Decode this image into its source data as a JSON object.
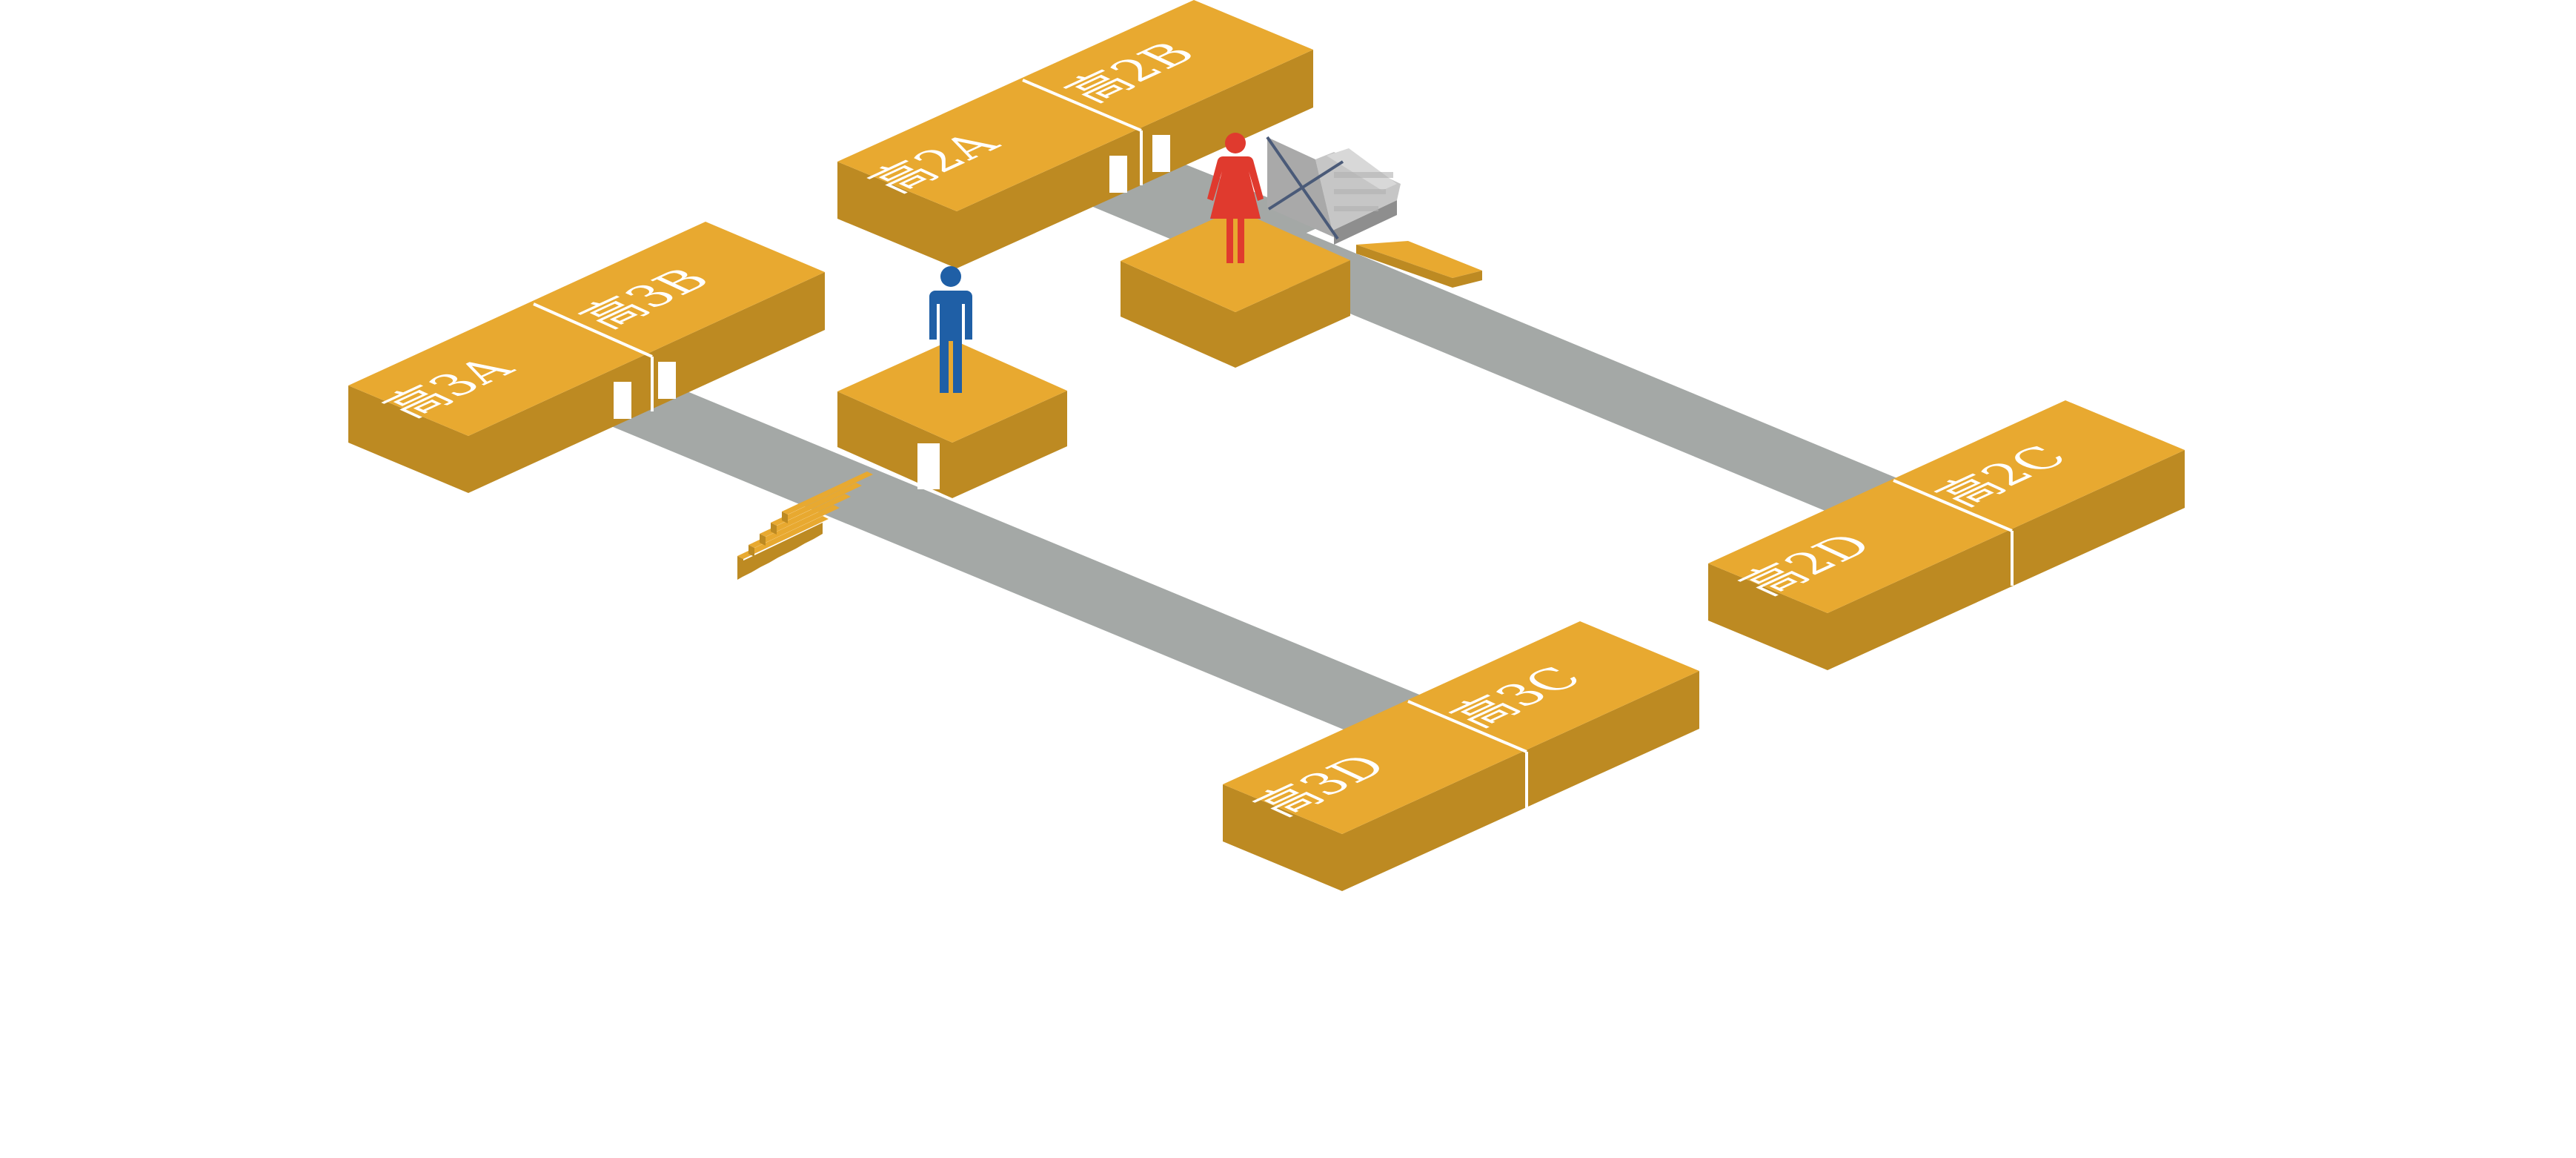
{
  "colors": {
    "block_top": "#e8a930",
    "block_side": "#bd8a22",
    "walkway": "#a4a8a6",
    "stairs_gray": "#c6c6c6",
    "stairs_gray_dark": "#8e8e8e",
    "cross_line": "#4a5a78",
    "divider": "#ffffff",
    "person_male": "#1f5fa6",
    "person_female": "#e03a2e"
  },
  "blocks": [
    {
      "left_label": "高3A",
      "right_label": "高3B"
    },
    {
      "left_label": "高2A",
      "right_label": "高2B"
    },
    {
      "left_label": "高2D",
      "right_label": "高2C"
    },
    {
      "left_label": "高3D",
      "right_label": "高3C"
    }
  ],
  "people": {
    "male": "male-person-icon",
    "female": "female-person-icon"
  },
  "stairs_note": "blocked-stairs-icon"
}
